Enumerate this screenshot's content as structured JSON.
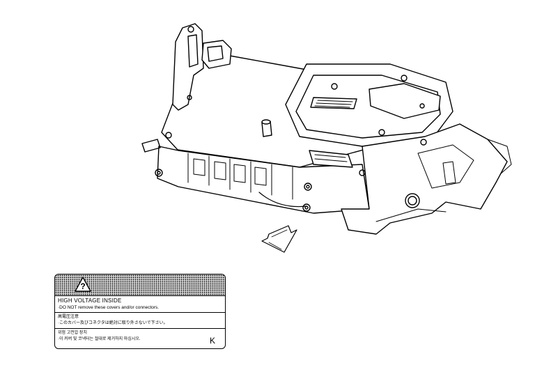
{
  "label": {
    "heading": "HIGH VOLTAGE INSIDE",
    "line1": "·DO NOT remove these covers and/or connectors.",
    "jp_title": "高電圧注意",
    "jp_line": "·このカバー及びコネクタは絶対に取り外さないで下さい。",
    "kr_title": "위험 고전압 장치",
    "kr_line": "·이 커버 및 코넥터는 절대로 제거하지 마십시오.",
    "code": "K"
  }
}
